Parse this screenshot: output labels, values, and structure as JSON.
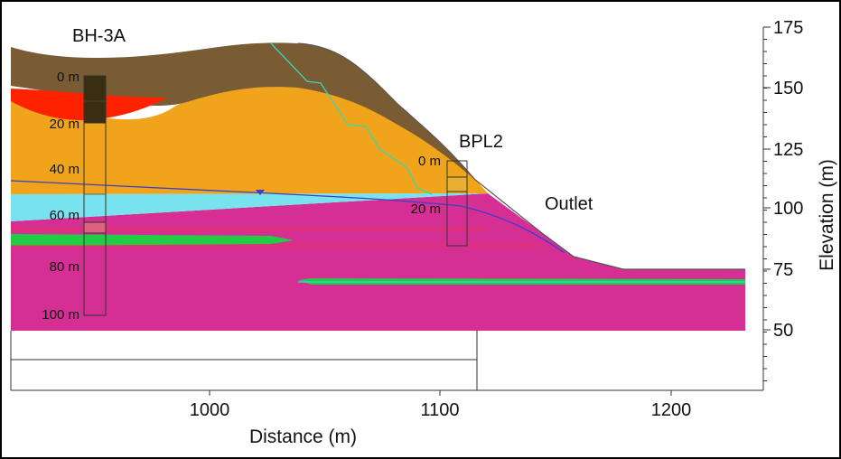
{
  "boreholes": [
    {
      "name": "BH-3A",
      "depth_labels": [
        "0 m",
        "20 m",
        "40 m",
        "60 m",
        "80 m",
        "100 m"
      ]
    },
    {
      "name": "BPL2",
      "depth_labels": [
        "0 m",
        "20 m"
      ]
    }
  ],
  "annotations": {
    "outlet": "Outlet"
  },
  "x_axis": {
    "label": "Distance (m)",
    "ticks": [
      "1000",
      "1100",
      "1200"
    ]
  },
  "y_axis": {
    "label": "Elevation (m)",
    "ticks": [
      "175",
      "150",
      "125",
      "100",
      "75",
      "50"
    ]
  },
  "colors": {
    "topsoil": "#7a5c34",
    "red_layer": "#ff2200",
    "sand": "#f0a41c",
    "clay_aquifer": "#78e2ee",
    "bedrock": "#d62f93",
    "green_lens": "#22cc44",
    "water_table": "#3a40c8",
    "seepage_line": "#3bd6b0"
  }
}
